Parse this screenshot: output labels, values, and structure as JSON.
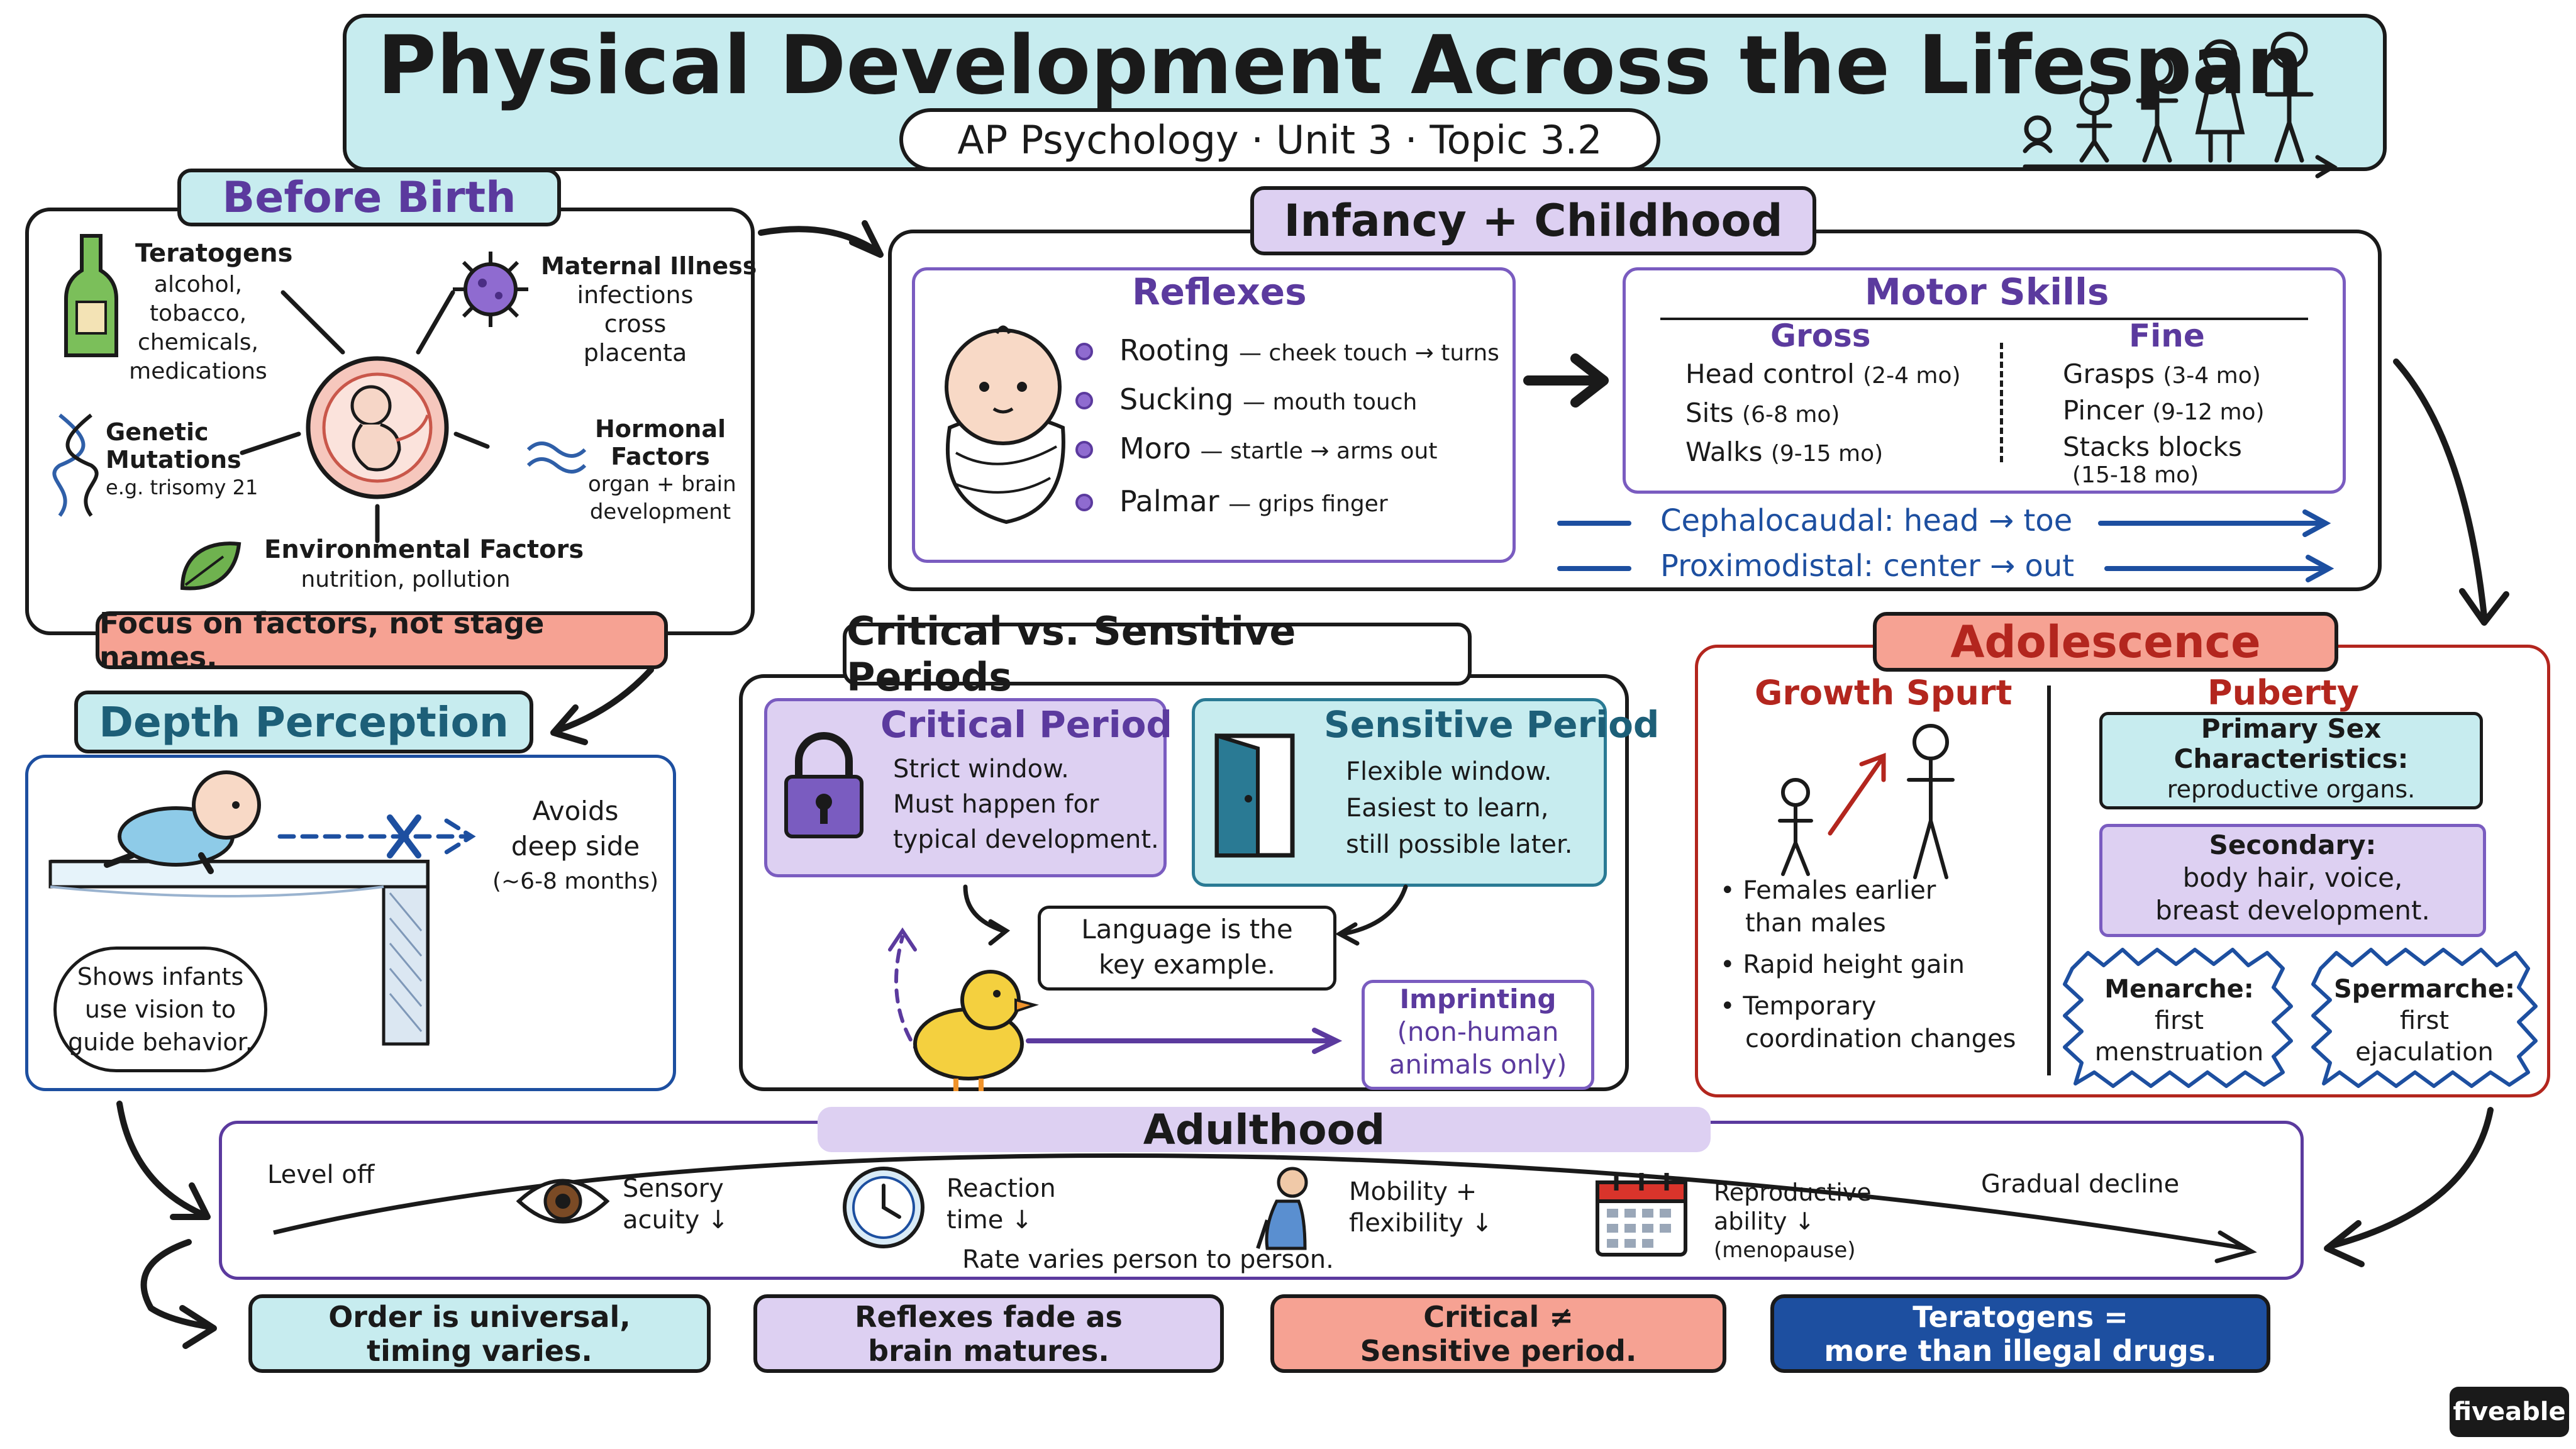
{
  "header": {
    "title": "Physical Development Across the Lifespan",
    "subtitle": "AP Psychology · Unit 3 · Topic 3.2"
  },
  "before_birth": {
    "title": "Before Birth",
    "teratogens_label": "Teratogens",
    "teratogens_examples": [
      "alcohol,",
      "tobacco,",
      "chemicals,",
      "medications"
    ],
    "maternal_label": "Maternal Illness",
    "maternal_lines": [
      "infections",
      "cross",
      "placenta"
    ],
    "genetic_label": [
      "Genetic",
      "Mutations"
    ],
    "genetic_example": "e.g. trisomy 21",
    "hormonal_label": [
      "Hormonal",
      "Factors"
    ],
    "hormonal_lines": [
      "organ + brain",
      "development"
    ],
    "env_label": "Environmental Factors",
    "env_lines": "nutrition, pollution",
    "note": "Focus on factors, not stage names."
  },
  "infancy": {
    "title": "Infancy + Childhood",
    "reflexes_title": "Reflexes",
    "reflexes": [
      {
        "name": "Rooting",
        "desc": "— cheek touch → turns"
      },
      {
        "name": "Sucking",
        "desc": "— mouth touch"
      },
      {
        "name": "Moro",
        "desc": "— startle → arms out"
      },
      {
        "name": "Palmar",
        "desc": "— grips finger"
      }
    ],
    "motor_title": "Motor Skills",
    "gross_title": "Gross",
    "gross": [
      {
        "skill": "Head control",
        "age": "(2-4 mo)"
      },
      {
        "skill": "Sits",
        "age": "(6-8 mo)"
      },
      {
        "skill": "Walks",
        "age": "(9-15 mo)"
      }
    ],
    "fine_title": "Fine",
    "fine": [
      {
        "skill": "Grasps",
        "age": "(3-4 mo)"
      },
      {
        "skill": "Pincer",
        "age": "(9-12 mo)"
      },
      {
        "skill": "Stacks blocks",
        "age": ""
      }
    ],
    "fine_extra_age": "(15-18 mo)",
    "cephalocaudal": "Cephalocaudal: head → toe",
    "proximodistal": "Proximodistal: center → out"
  },
  "depth": {
    "title": "Depth Perception",
    "avoids": [
      "Avoids",
      "deep side",
      "(~6-8 months)"
    ],
    "note": [
      "Shows infants",
      "use vision to",
      "guide behavior."
    ]
  },
  "critical": {
    "title": "Critical vs. Sensitive Periods",
    "critical_title": "Critical Period",
    "critical_lines": [
      "Strict window.",
      "Must happen for",
      "typical development."
    ],
    "sensitive_title": "Sensitive Period",
    "sensitive_lines": [
      "Flexible window.",
      "Easiest to learn,",
      "still possible later."
    ],
    "language": [
      "Language is the",
      "key example."
    ],
    "imprinting": [
      "Imprinting",
      "(non-human",
      "animals only)"
    ]
  },
  "adolescence": {
    "title": "Adolescence",
    "growth_title": "Growth Spurt",
    "bullets": [
      "Females earlier",
      "than males",
      "Rapid height gain",
      "Temporary",
      "coordination changes"
    ],
    "puberty_title": "Puberty",
    "primary": [
      "Primary Sex",
      "Characteristics:",
      "reproductive organs."
    ],
    "secondary": [
      "Secondary:",
      "body hair, voice,",
      "breast development."
    ],
    "menarche": [
      "Menarche:",
      "first",
      "menstruation"
    ],
    "spermarche": [
      "Spermarche:",
      "first",
      "ejaculation"
    ]
  },
  "adulthood": {
    "title": "Adulthood",
    "level_off": "Level off",
    "gradual": "Gradual decline",
    "items": [
      {
        "label": "Sensory",
        "label2": "acuity ↓"
      },
      {
        "label": "Reaction",
        "label2": "time ↓"
      },
      {
        "label": "Mobility +",
        "label2": "flexibility ↓"
      },
      {
        "label": "Reproductive",
        "label2": "ability ↓",
        "label3": "(menopause)"
      }
    ],
    "rate": "Rate varies person to person."
  },
  "takeaways": [
    {
      "line1": "Order is universal,",
      "line2": "timing varies."
    },
    {
      "line1": "Reflexes fade as",
      "line2": "brain matures."
    },
    {
      "line1": "Critical ≠",
      "line2": "Sensitive period."
    },
    {
      "line1": "Teratogens =",
      "line2": "more than illegal drugs."
    }
  ],
  "brand": "fiveable",
  "colors": {
    "teal": "#c7ecef",
    "lavender": "#ddd0f2",
    "salmon": "#f6a293",
    "navy": "#1d4fa0",
    "purple": "#5b3a9e",
    "red": "#b3261e"
  },
  "icons": [
    "bottle-icon",
    "virus-icon",
    "dna-icon",
    "hormone-wave-icon",
    "leaf-icon",
    "fetus-icon",
    "baby-icon",
    "lock-icon",
    "door-icon",
    "duck-icon",
    "eye-icon",
    "clock-icon",
    "elderly-person-icon",
    "calendar-icon",
    "crawling-baby-icon",
    "people-growth-icon"
  ]
}
